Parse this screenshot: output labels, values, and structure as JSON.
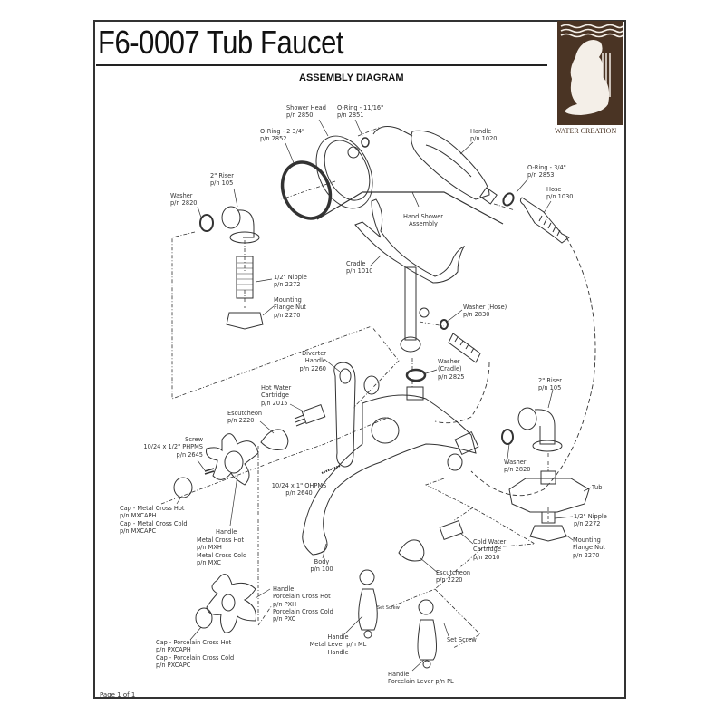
{
  "header": {
    "title": "F6-0007 Tub Faucet",
    "subtitle": "ASSEMBLY DIAGRAM",
    "logo_text": "WATER CREATION"
  },
  "labels": {
    "shower_head": "Shower Head\np/n 2850",
    "oring_1116": "O-Ring - 11/16\"\np/n 2851",
    "oring_234": "O-Ring - 2 3/4\"\np/n 2852",
    "handle_1020": "Handle\np/n 1020",
    "oring_34": "O-Ring - 3/4\"\np/n 2853",
    "hose": "Hose\np/n 1030",
    "riser_left": "2\" Riser\np/n 105",
    "washer_left": "Washer\np/n 2820",
    "hand_shower_assembly": "Hand Shower\nAssembly",
    "cradle": "Cradle\np/n 1010",
    "nipple_left": "1/2\" Nipple\np/n 2272",
    "flange_nut_left": "Mounting\nFlange Nut\np/n 2270",
    "washer_hose": "Washer (Hose)\np/n 2830",
    "diverter_handle": "Diverter\nHandle\np/n 2260",
    "washer_cradle": "Washer\n(Cradle)\np/n 2825",
    "hot_cartridge": "Hot Water\nCartridge\np/n 2015",
    "escutcheon_top": "Escutcheon\np/n 2220",
    "screw_2645": "Screw\n10/24 x 1/2\" PHPMS\np/n 2645",
    "screw_2640": "10/24 x 1\" OHPMS\np/n 2640",
    "cap_metal": "Cap - Metal Cross Hot\np/n MXCAPH\nCap - Metal Cross Cold\np/n MXCAPC",
    "handle_metal_cross_title": "Handle",
    "handle_metal_cross": "Metal Cross Hot\np/n MXH\nMetal Cross Cold\np/n MXC",
    "riser_right": "2\" Riser\np/n 105",
    "washer_right": "Washer\np/n 2820",
    "tub": "Tub",
    "nipple_right": "1/2\" Nipple\np/n 2272",
    "flange_nut_right": "Mounting\nFlange Nut\np/n 2270",
    "cold_cartridge": "Cold Water\nCartridge\np/n 2010",
    "body": "Body\np/n 100",
    "escutcheon_bottom": "Escutcheon\np/n 2220",
    "handle_porcelain_cross": "Handle\nPorcelain Cross Hot\np/n PXH\nPorcelain Cross Cold\np/n PXC",
    "cap_porcelain": "Cap - Porcelain Cross Hot\np/n PXCAPH\nCap - Porcelain Cross Cold\np/n PXCAPC",
    "set_screw_1": "Set Screw",
    "handle_metal_lever": "Handle\nMetal Lever p/n ML\nHandle",
    "set_screw_2": "Set Screw",
    "handle_porcelain_lever": "Handle\nPorcelain Lever p/n PL"
  },
  "footer": {
    "page": "Page 1 of 1"
  },
  "colors": {
    "logo_brown": "#4a3424",
    "ink": "#333333"
  }
}
